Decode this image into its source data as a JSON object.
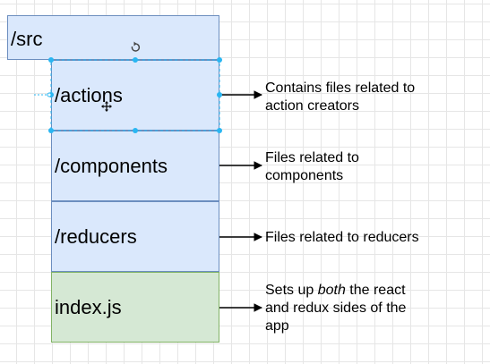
{
  "folders": {
    "src": "/src",
    "actions": "/actions",
    "components": "/components",
    "reducers": "/reducers",
    "index": "index.js"
  },
  "annotations": {
    "actions": [
      "Contains files related to",
      "action creators"
    ],
    "components": [
      "Files related to",
      "components"
    ],
    "reducers": [
      "Files related to reducers"
    ],
    "index": {
      "line1_before": "Sets up ",
      "line1_emphasis": "both",
      "line1_after": " the react",
      "line2": "and redux sides of the",
      "line3": "app"
    }
  },
  "colors": {
    "folder_fill": "#dae8fc",
    "folder_border": "#6c8ebf",
    "file_fill": "#d5e8d4",
    "file_border": "#82b366",
    "selection_handle": "#29b6f2"
  },
  "icons": [
    "rotate-handle-icon",
    "move-cursor-icon"
  ]
}
